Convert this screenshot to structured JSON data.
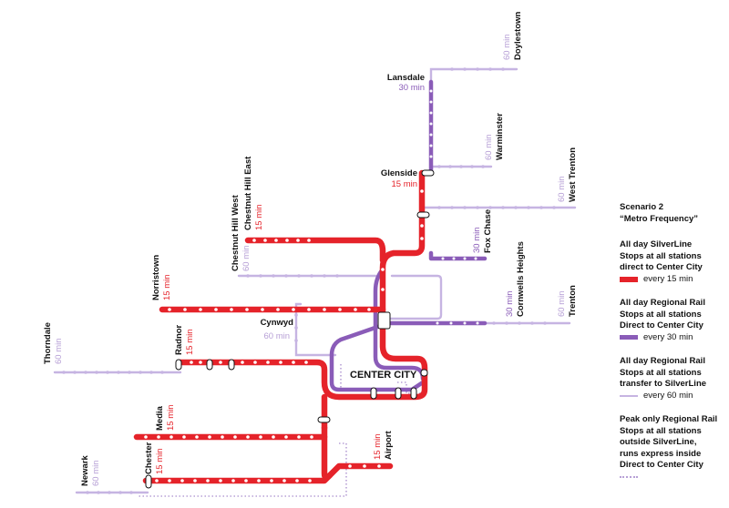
{
  "colors": {
    "silverline_red": "#e5232a",
    "purple_30min": "#8a5cb8",
    "lavender_60min": "#c6b4e2",
    "peak_dotted": "#b7a0d6"
  },
  "map": {
    "center_label": "CENTER CITY",
    "stations": [
      {
        "name": "Doylestown",
        "freq": "60 min",
        "freq_style": "lav"
      },
      {
        "name": "Lansdale",
        "freq": "30 min",
        "freq_style": "pur"
      },
      {
        "name": "Warminster",
        "freq": "60 min",
        "freq_style": "lav"
      },
      {
        "name": "Glenside",
        "freq": "15 min",
        "freq_style": "red"
      },
      {
        "name": "West Trenton",
        "freq": "60 min",
        "freq_style": "lav"
      },
      {
        "name": "Chestnut Hill East",
        "freq": "15 min",
        "freq_style": "red"
      },
      {
        "name": "Chestnut Hill West",
        "freq": "60 min",
        "freq_style": "lav"
      },
      {
        "name": "Fox Chase",
        "freq": "30 min",
        "freq_style": "pur"
      },
      {
        "name": "Cornwells Heights",
        "freq": "30 min",
        "freq_style": "pur"
      },
      {
        "name": "Trenton",
        "freq": "60 min",
        "freq_style": "lav"
      },
      {
        "name": "Norristown",
        "freq": "15 min",
        "freq_style": "red"
      },
      {
        "name": "Cynwyd",
        "freq": "60 min",
        "freq_style": "lav"
      },
      {
        "name": "Thorndale",
        "freq": "60 min",
        "freq_style": "lav"
      },
      {
        "name": "Radnor",
        "freq": "15 min",
        "freq_style": "red"
      },
      {
        "name": "Media",
        "freq": "15 min",
        "freq_style": "red"
      },
      {
        "name": "Airport",
        "freq": "15 min",
        "freq_style": "red"
      },
      {
        "name": "Newark",
        "freq": "60 min",
        "freq_style": "lav"
      },
      {
        "name": "Chester",
        "freq": "15 min",
        "freq_style": "red"
      }
    ]
  },
  "legend": {
    "title_line1": "Scenario 2",
    "title_line2": "“Metro Frequency”",
    "items": [
      {
        "line1": "All day SilverLine",
        "line2": "Stops at all stations",
        "line3": "direct to Center City",
        "swatch_label": "every 15 min",
        "swatch": "red"
      },
      {
        "line1": "All day Regional Rail",
        "line2": "Stops at all stations",
        "line3": "Direct to Center City",
        "swatch_label": "every 30 min",
        "swatch": "pur"
      },
      {
        "line1": "All day Regional Rail",
        "line2": "Stops at all stations",
        "line3": "transfer to SilverLine",
        "swatch_label": "every 60 min",
        "swatch": "lav"
      },
      {
        "line1": "Peak only Regional Rail",
        "line2": "Stops at all stations",
        "line3": "outside SilverLine,",
        "line4": "runs express inside",
        "line5": "Direct to Center City",
        "swatch": "dot"
      }
    ]
  }
}
